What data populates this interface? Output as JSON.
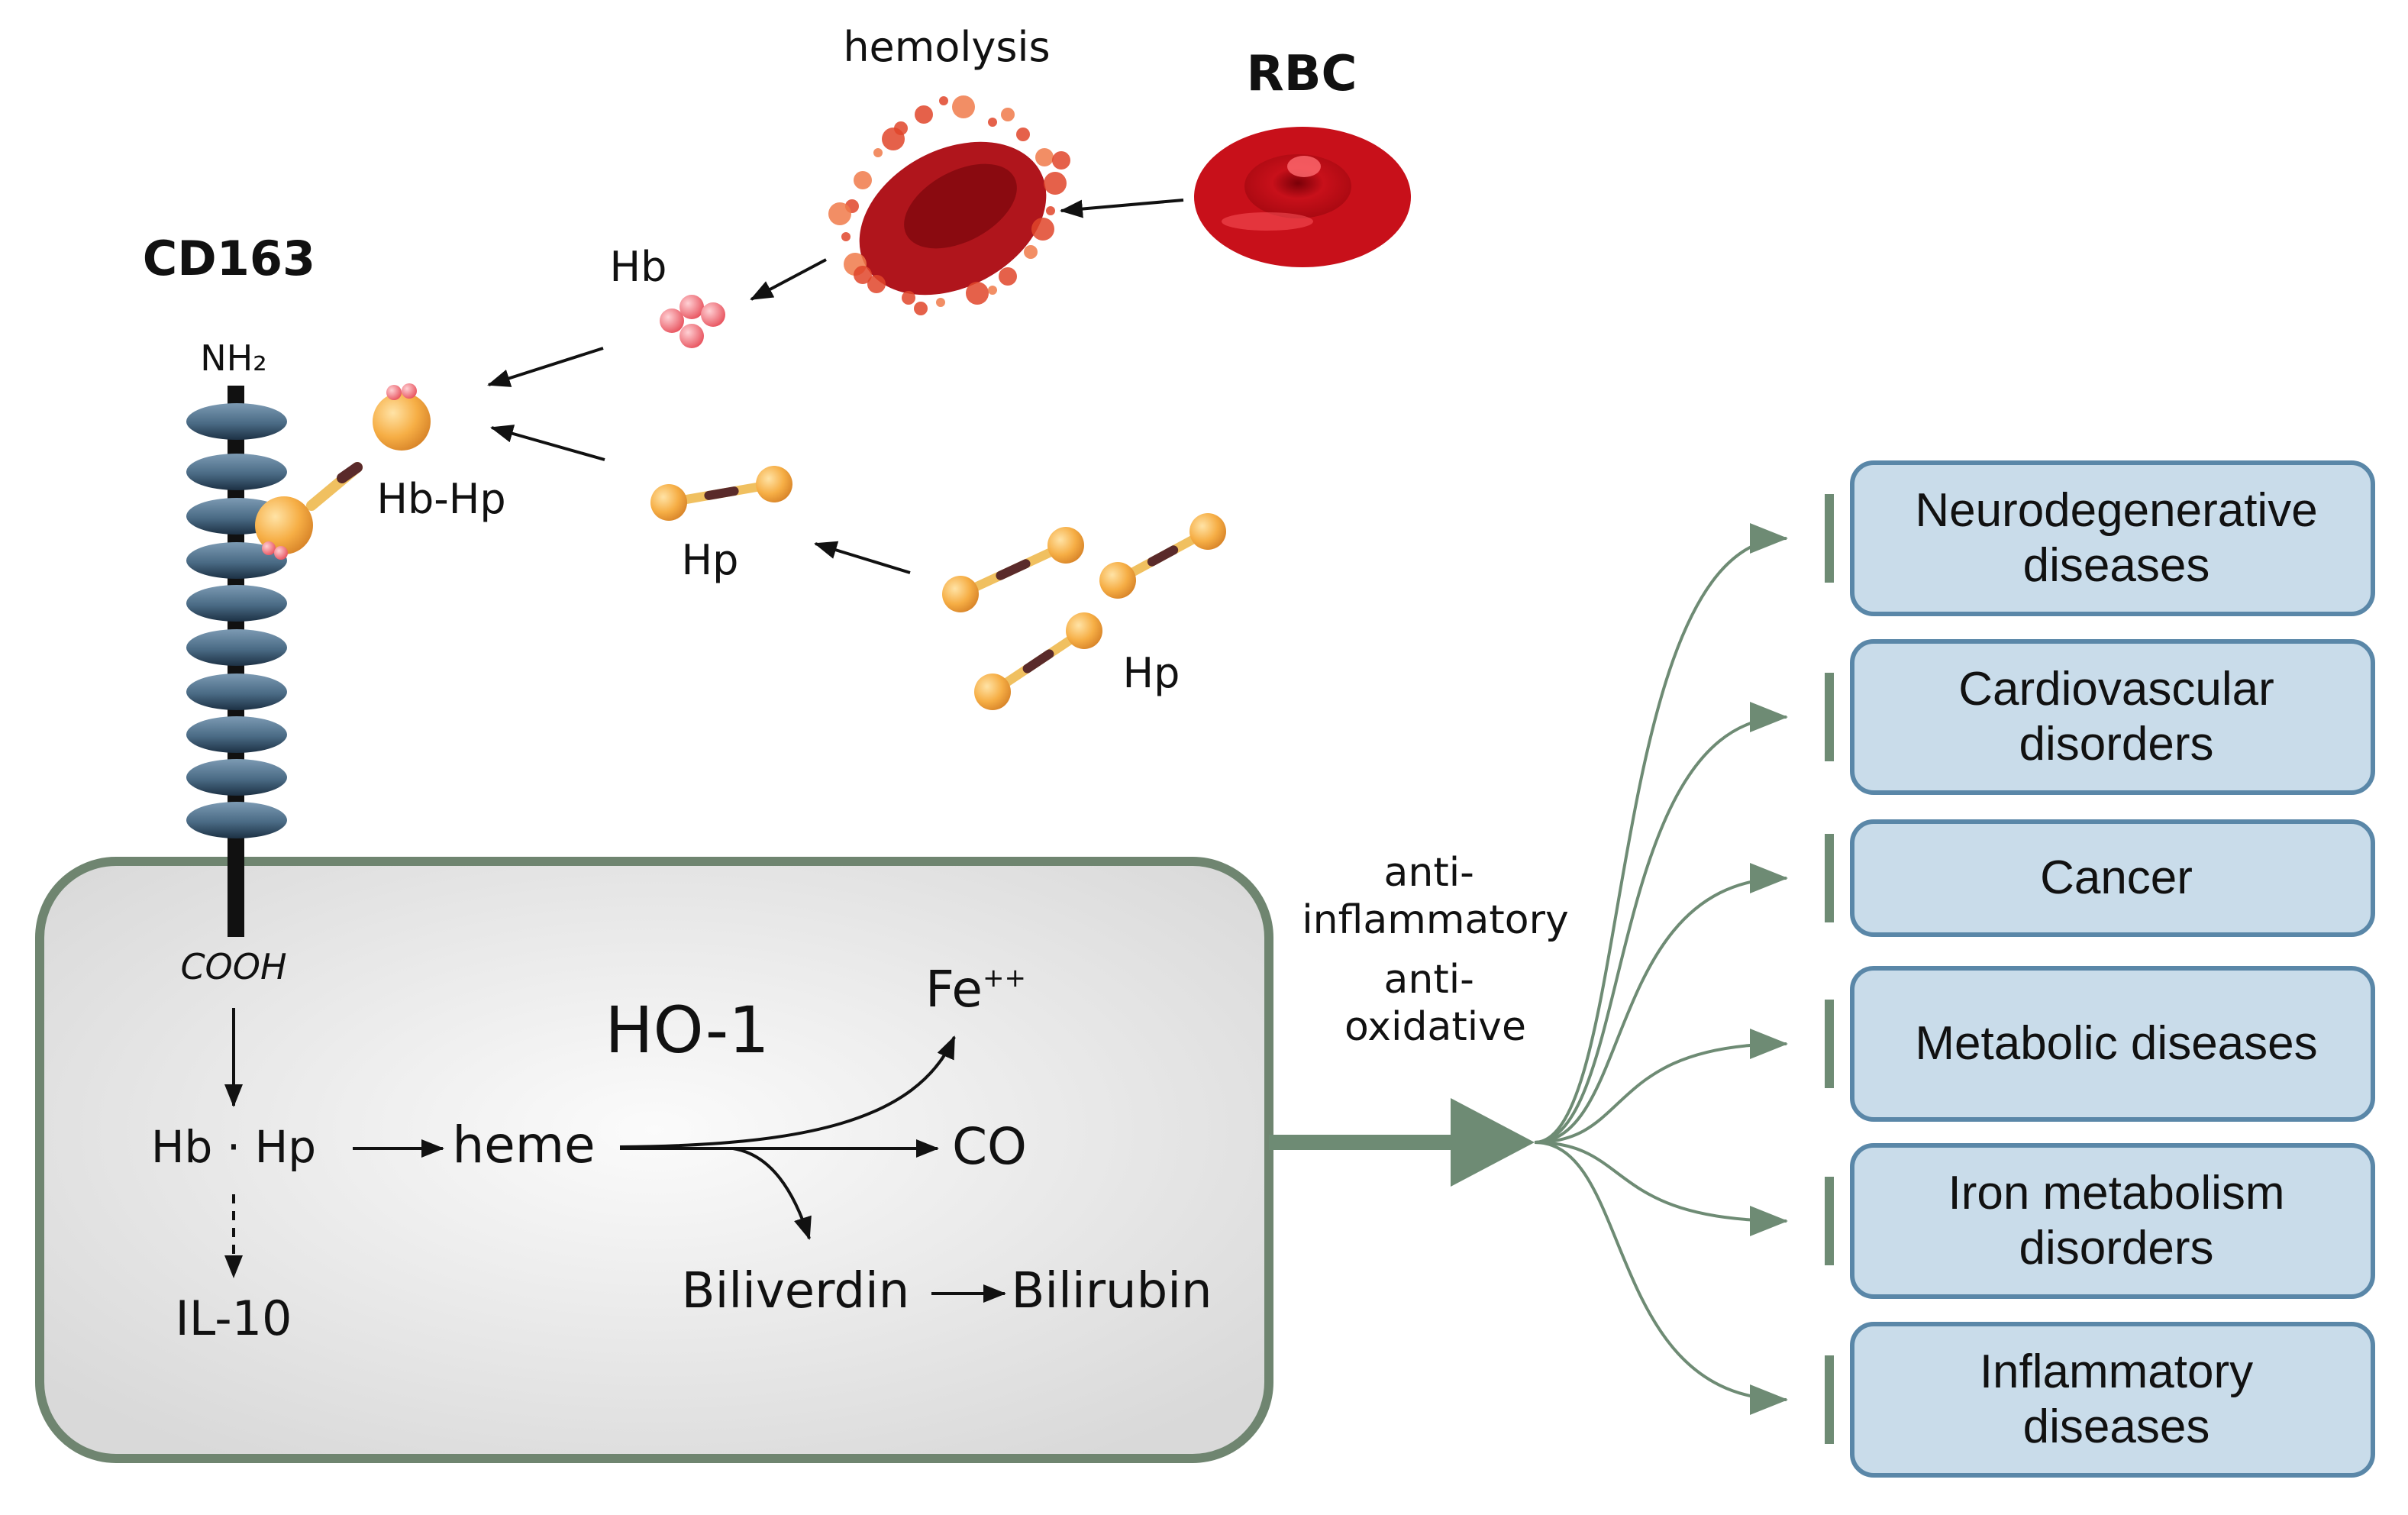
{
  "top": {
    "hemolysis": "hemolysis",
    "rbc": "RBC",
    "cd163": "CD163",
    "nh2": "NH₂",
    "cooh": "COOH",
    "hb": "Hb",
    "hb_hp": "Hb-Hp",
    "hp_middle": "Hp",
    "hp_lower": "Hp"
  },
  "cell": {
    "ho1": "HO-1",
    "hb_dot_hp": "Hb · Hp",
    "heme": "heme",
    "fe": "Fe",
    "fe_charge": "++",
    "co": "CO",
    "biliverdin": "Biliverdin",
    "bilirubin": "Bilirubin",
    "il10": "IL-10"
  },
  "effects": {
    "anti_inflammatory_line1": "anti-",
    "anti_inflammatory_line2": "inflammatory",
    "anti_oxidative_line1": "anti-",
    "anti_oxidative_line2": "oxidative"
  },
  "diseases": [
    {
      "line1": "Neurodegenerative",
      "line2": "diseases"
    },
    {
      "line1": "Cardiovascular",
      "line2": "disorders"
    },
    {
      "line1": "Cancer",
      "line2": ""
    },
    {
      "line1": "Metabolic diseases",
      "line2": ""
    },
    {
      "line1": "Iron metabolism",
      "line2": "disorders"
    },
    {
      "line1": "Inflammatory",
      "line2": "diseases"
    }
  ],
  "colors": {
    "arrow_green": "#6e8b74",
    "box_fill": "#c9dcea",
    "box_border": "#5a87a8",
    "cell_border": "#6f8570",
    "rbc_red": "#c8101a",
    "hp_orange": "#f4a73c",
    "domain_blue": "#4a6b85"
  }
}
